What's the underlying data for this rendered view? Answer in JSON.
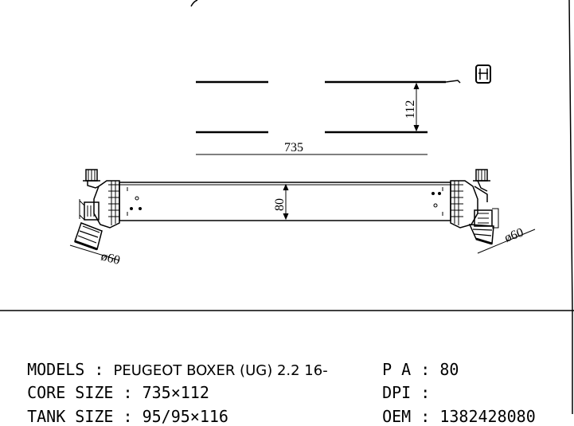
{
  "drawing": {
    "core_length_label": "735",
    "core_height_label": "112",
    "tank_height_label": "80",
    "inlet_left_label": "ø60",
    "inlet_right_label": "ø60"
  },
  "specs": {
    "models": {
      "label": "MODELS",
      "sep": " : ",
      "value": "PEUGEOT BOXER (UG) 2.2 16-"
    },
    "core_size": {
      "label": "CORE SIZE",
      "sep": " : ",
      "value": "735×112"
    },
    "tank_size": {
      "label": "TANK SIZE",
      "sep": " : ",
      "value": "95/95×116"
    },
    "pa": {
      "label": "P A",
      "sep": " : ",
      "value": "80"
    },
    "dpi": {
      "label": "DPI",
      "sep": " : ",
      "value": ""
    },
    "oem": {
      "label": "OEM",
      "sep": " : ",
      "value": "1382428080"
    }
  }
}
